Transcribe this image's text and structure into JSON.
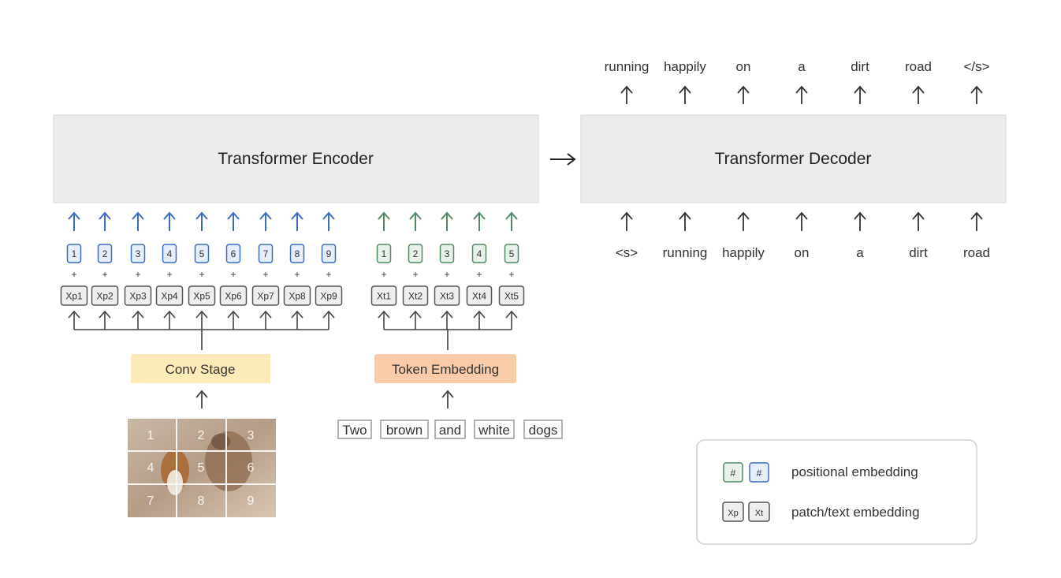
{
  "encoder": {
    "title": "Transformer Encoder"
  },
  "decoder": {
    "title": "Transformer Decoder",
    "inputs": [
      "<s>",
      "running",
      "happily",
      "on",
      "a",
      "dirt",
      "road"
    ],
    "outputs": [
      "running",
      "happily",
      "on",
      "a",
      "dirt",
      "road",
      "</s>"
    ]
  },
  "patch_branch": {
    "positions": [
      "1",
      "2",
      "3",
      "4",
      "5",
      "6",
      "7",
      "8",
      "9"
    ],
    "embeddings": [
      "Xp1",
      "Xp2",
      "Xp3",
      "Xp4",
      "Xp5",
      "Xp6",
      "Xp7",
      "Xp8",
      "Xp9"
    ],
    "stage_label": "Conv Stage",
    "grid_numbers": [
      "1",
      "2",
      "3",
      "4",
      "5",
      "6",
      "7",
      "8",
      "9"
    ]
  },
  "text_branch": {
    "positions": [
      "1",
      "2",
      "3",
      "4",
      "5"
    ],
    "embeddings": [
      "Xt1",
      "Xt2",
      "Xt3",
      "Xt4",
      "Xt5"
    ],
    "stage_label": "Token Embedding",
    "words": [
      "Two",
      "brown",
      "and",
      "white",
      "dogs"
    ]
  },
  "plus_sign": "+",
  "legend": {
    "positional_symbol": "#",
    "positional_label": "positional embedding",
    "embedding_symbols": [
      "Xp",
      "Xt"
    ],
    "embedding_label": "patch/text embedding"
  },
  "colors": {
    "blue": "#3d6bc4",
    "green": "#4f8a63",
    "gray_line": "#555555",
    "block_fill": "#ececef",
    "conv_fill": "#fcebb8",
    "token_fill": "#f9cba8",
    "positional_fill_blue": "#e6eefb",
    "positional_fill_green": "#e7f1ea",
    "embedding_fill": "#eeeeee"
  }
}
